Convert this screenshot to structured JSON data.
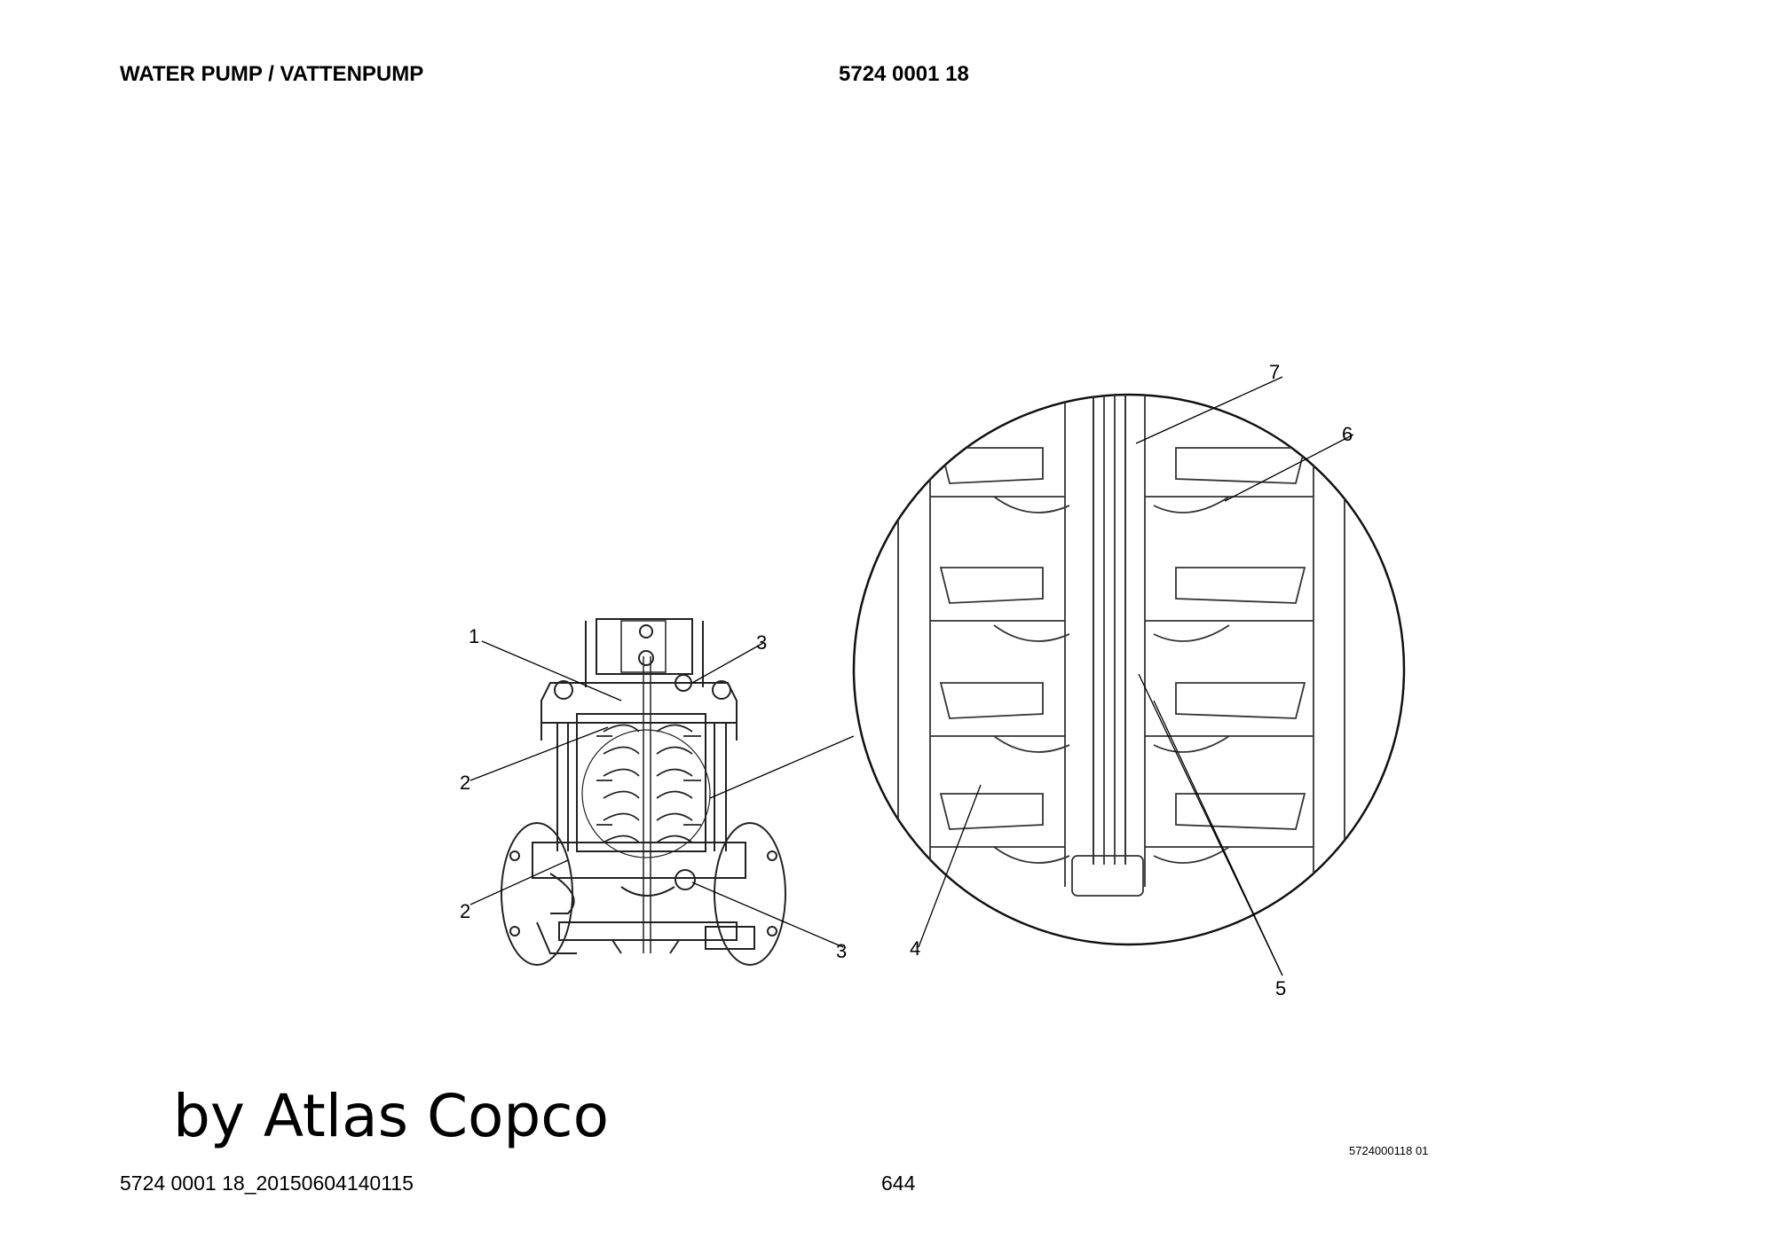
{
  "header": {
    "title": "WATER PUMP / VATTENPUMP",
    "part_number": "5724 0001 18"
  },
  "watermark": "by Atlas Copco",
  "drawing_ref": "5724000118 01",
  "footer": {
    "document_id": "5724 0001 18_20150604140115",
    "page_number": "644"
  },
  "callouts": {
    "c1": "1",
    "c2a": "2",
    "c2b": "2",
    "c3a": "3",
    "c3b": "3",
    "c4": "4",
    "c5": "5",
    "c6": "6",
    "c7": "7"
  }
}
